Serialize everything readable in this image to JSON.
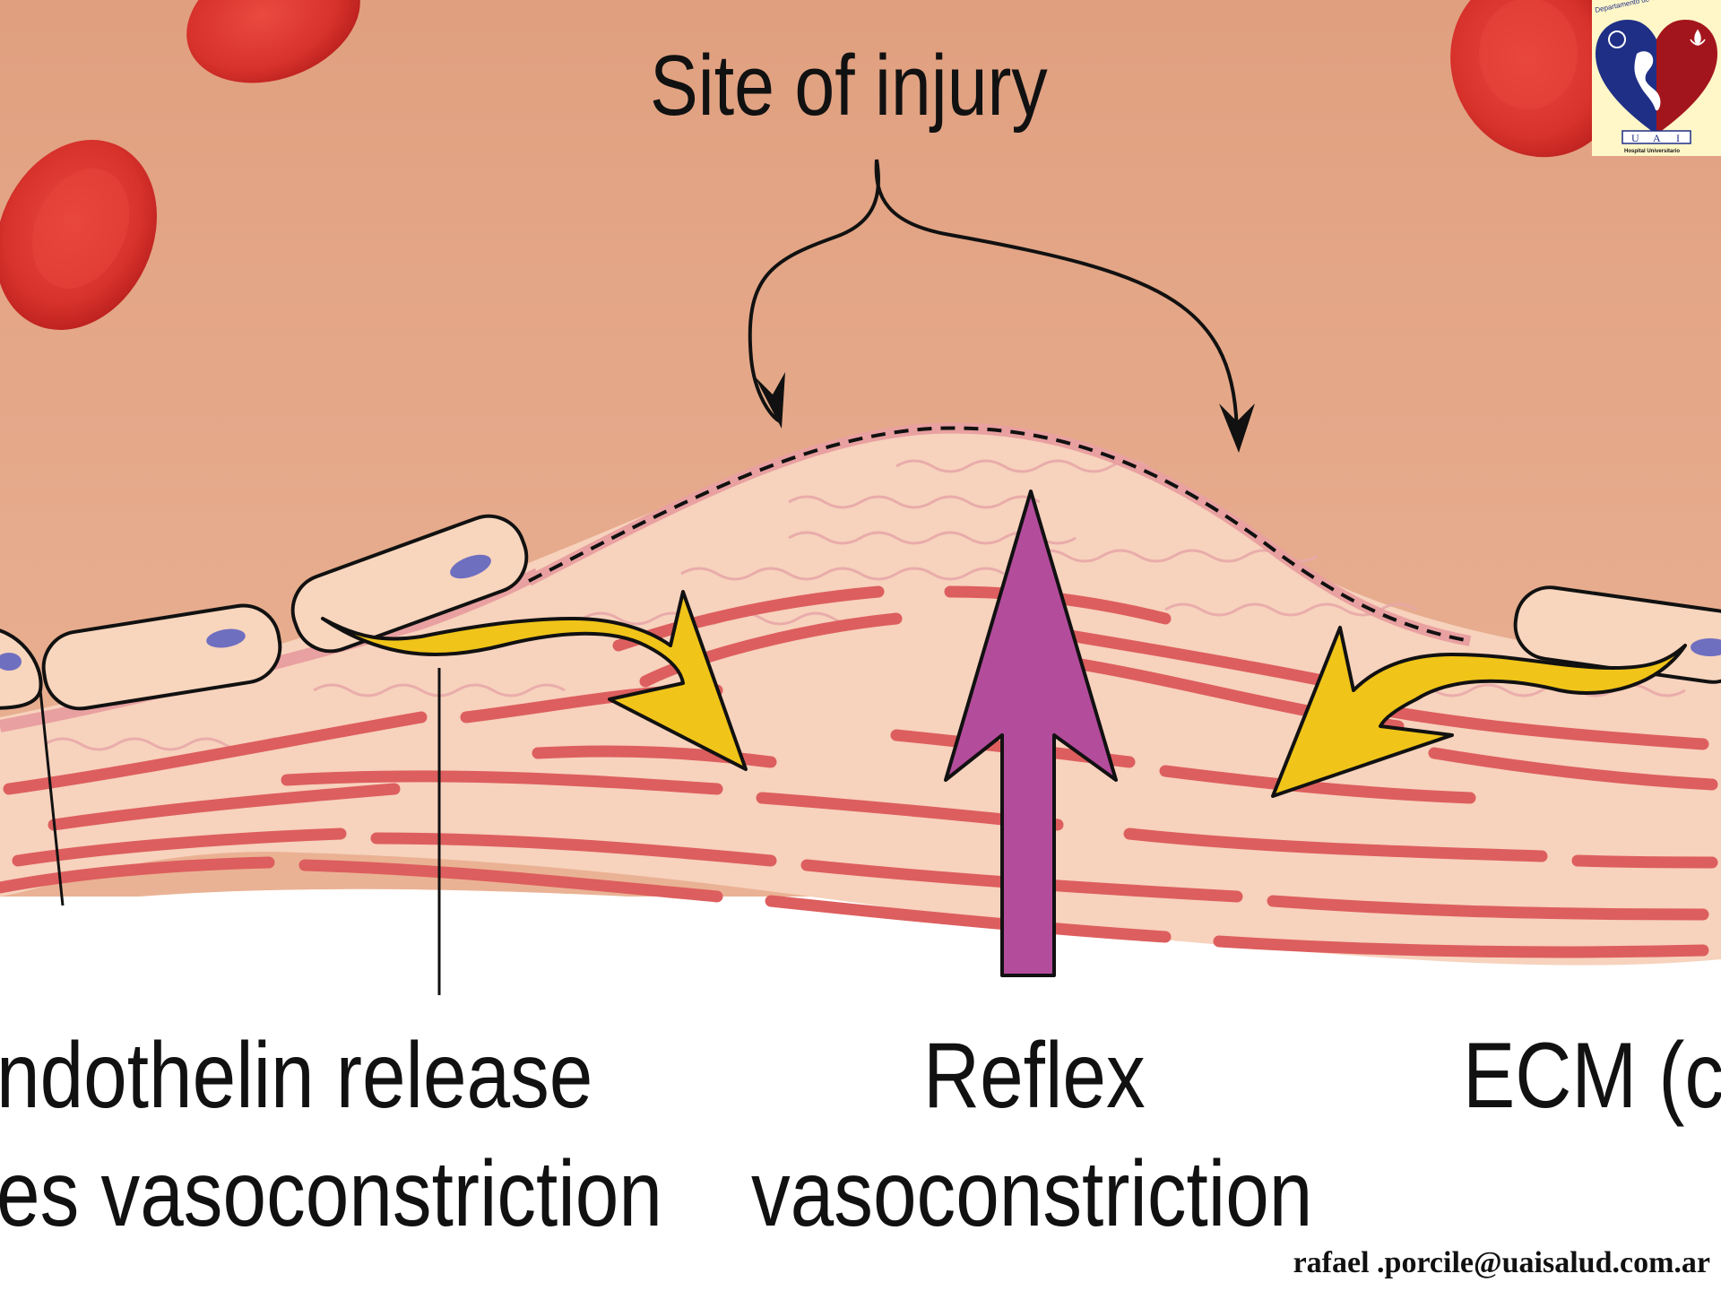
{
  "diagram": {
    "title": "Site of injury",
    "labels": {
      "endothelin_line1": "ndothelin release",
      "endothelin_line2": "es vasoconstriction",
      "reflex_line1": "Reflex",
      "reflex_line2": "vasoconstriction",
      "ecm": "ECM (c"
    }
  },
  "logo": {
    "ring_text": "Departamento de Cardiología",
    "letters": [
      "U",
      "A",
      "I"
    ],
    "subtitle": "Hospital Universitario"
  },
  "footer": {
    "email": "rafael .porcile@uaisalud.com.ar"
  },
  "colors": {
    "blood": "#e2a283",
    "wall": "#f7d2bd",
    "muscle": "#dd5e5e",
    "rbc": "#d9302c",
    "yellow_arrow": "#f0c419",
    "magenta_arrow": "#b44c9c",
    "nucleus": "#6f6fc0"
  }
}
